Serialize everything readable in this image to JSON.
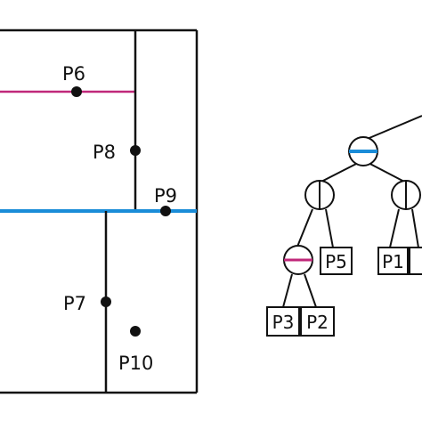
{
  "colors": {
    "stroke": "#111111",
    "magenta_split": "#c0287a",
    "blue_split": "#1a8cd8",
    "background": "#ffffff"
  },
  "partition": {
    "points": [
      {
        "id": "p6",
        "label": "P6"
      },
      {
        "id": "p8",
        "label": "P8"
      },
      {
        "id": "p9",
        "label": "P9"
      },
      {
        "id": "p7",
        "label": "P7"
      },
      {
        "id": "p10",
        "label": "P10"
      }
    ]
  },
  "tree": {
    "leaves": [
      {
        "id": "p5",
        "label": "P5"
      },
      {
        "id": "p1",
        "label": "P1"
      },
      {
        "id": "p3",
        "label": "P3"
      },
      {
        "id": "p2",
        "label": "P2"
      }
    ]
  }
}
